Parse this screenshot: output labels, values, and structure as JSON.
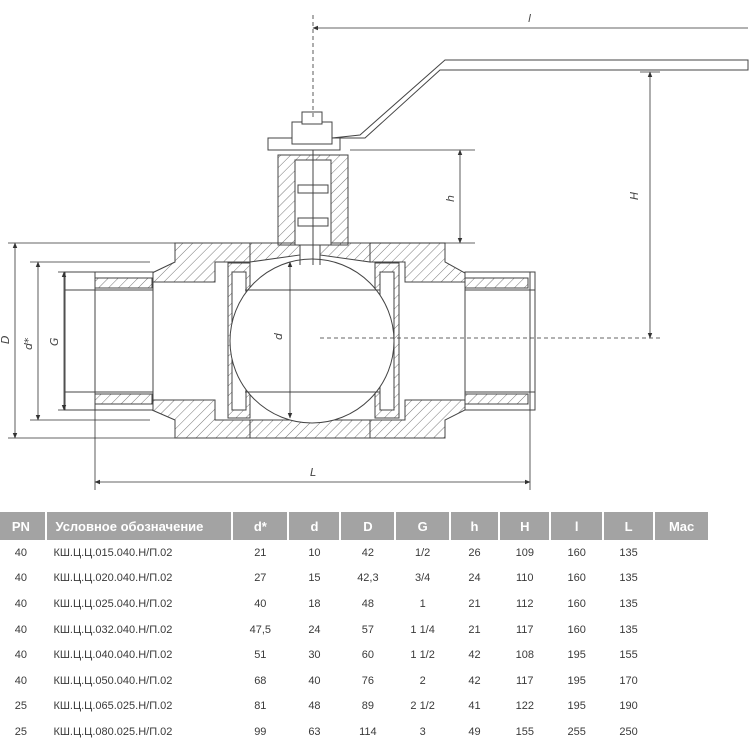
{
  "drawing": {
    "labels": {
      "l_top": "l",
      "H": "H",
      "h": "h",
      "d": "d",
      "D": "D",
      "d_star": "d*",
      "G": "G",
      "L": "L"
    }
  },
  "table": {
    "headers": [
      "",
      "PN",
      "Условное обозначение",
      "d*",
      "d",
      "D",
      "G",
      "h",
      "H",
      "l",
      "L",
      "Mac"
    ],
    "rows": [
      [
        "",
        "40",
        "КШ.Ц.Ц.015.040.Н/П.02",
        "21",
        "10",
        "42",
        "1/2",
        "26",
        "109",
        "160",
        "135",
        ""
      ],
      [
        "",
        "40",
        "КШ.Ц.Ц.020.040.Н/П.02",
        "27",
        "15",
        "42,3",
        "3/4",
        "24",
        "110",
        "160",
        "135",
        ""
      ],
      [
        "",
        "40",
        "КШ.Ц.Ц.025.040.Н/П.02",
        "40",
        "18",
        "48",
        "1",
        "21",
        "112",
        "160",
        "135",
        ""
      ],
      [
        "",
        "40",
        "КШ.Ц.Ц.032.040.Н/П.02",
        "47,5",
        "24",
        "57",
        "1 1/4",
        "21",
        "117",
        "160",
        "135",
        ""
      ],
      [
        "",
        "40",
        "КШ.Ц.Ц.040.040.Н/П.02",
        "51",
        "30",
        "60",
        "1 1/2",
        "42",
        "108",
        "195",
        "155",
        ""
      ],
      [
        "",
        "40",
        "КШ.Ц.Ц.050.040.Н/П.02",
        "68",
        "40",
        "76",
        "2",
        "42",
        "117",
        "195",
        "170",
        ""
      ],
      [
        "",
        "25",
        "КШ.Ц.Ц.065.025.Н/П.02",
        "81",
        "48",
        "89",
        "2 1/2",
        "41",
        "122",
        "195",
        "190",
        ""
      ],
      [
        "",
        "25",
        "КШ.Ц.Ц.080.025.Н/П.02",
        "99",
        "63",
        "114",
        "3",
        "49",
        "155",
        "255",
        "250",
        ""
      ]
    ]
  }
}
